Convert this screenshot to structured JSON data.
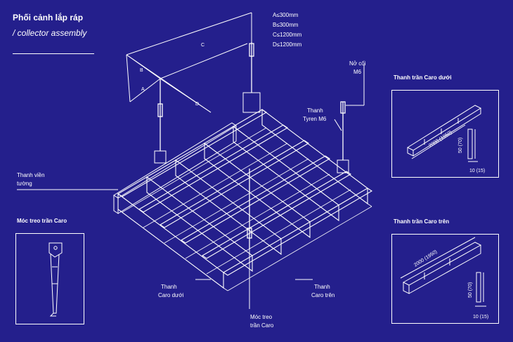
{
  "header": {
    "title": "Phối cảnh lắp ráp",
    "subtitle": "/ collector assembly"
  },
  "specs": [
    "A≤300mm",
    "B≤300mm",
    "C≤1200mm",
    "D≤1200mm"
  ],
  "dimension_letters": {
    "a": "A",
    "b": "B",
    "c": "C",
    "d": "D"
  },
  "callouts": {
    "nut_line1": "Nở cối",
    "nut_line2": "M6",
    "rod_line1": "Thanh",
    "rod_line2": "Tyren M6",
    "wall_line1": "Thanh viền",
    "wall_line2": "tường",
    "lower_line1": "Thanh",
    "lower_line2": "Caro dưới",
    "upper_line1": "Thanh",
    "upper_line2": "Caro trên",
    "hanger_line1": "Móc treo",
    "hanger_line2": "trần Caro"
  },
  "panels": {
    "lower_bar": {
      "title": "Thanh trần Caro dưới",
      "length": "2000 (1950)",
      "height": "50 (70)",
      "width": "10 (15)"
    },
    "upper_bar": {
      "title": "Thanh trần Caro trên",
      "length": "2000 (1950)",
      "height": "50 (70)",
      "width": "10 (15)"
    },
    "hanger": {
      "title": "Móc treo trần Caro"
    }
  },
  "colors": {
    "background": "#241f8c",
    "line": "#ffffff"
  }
}
